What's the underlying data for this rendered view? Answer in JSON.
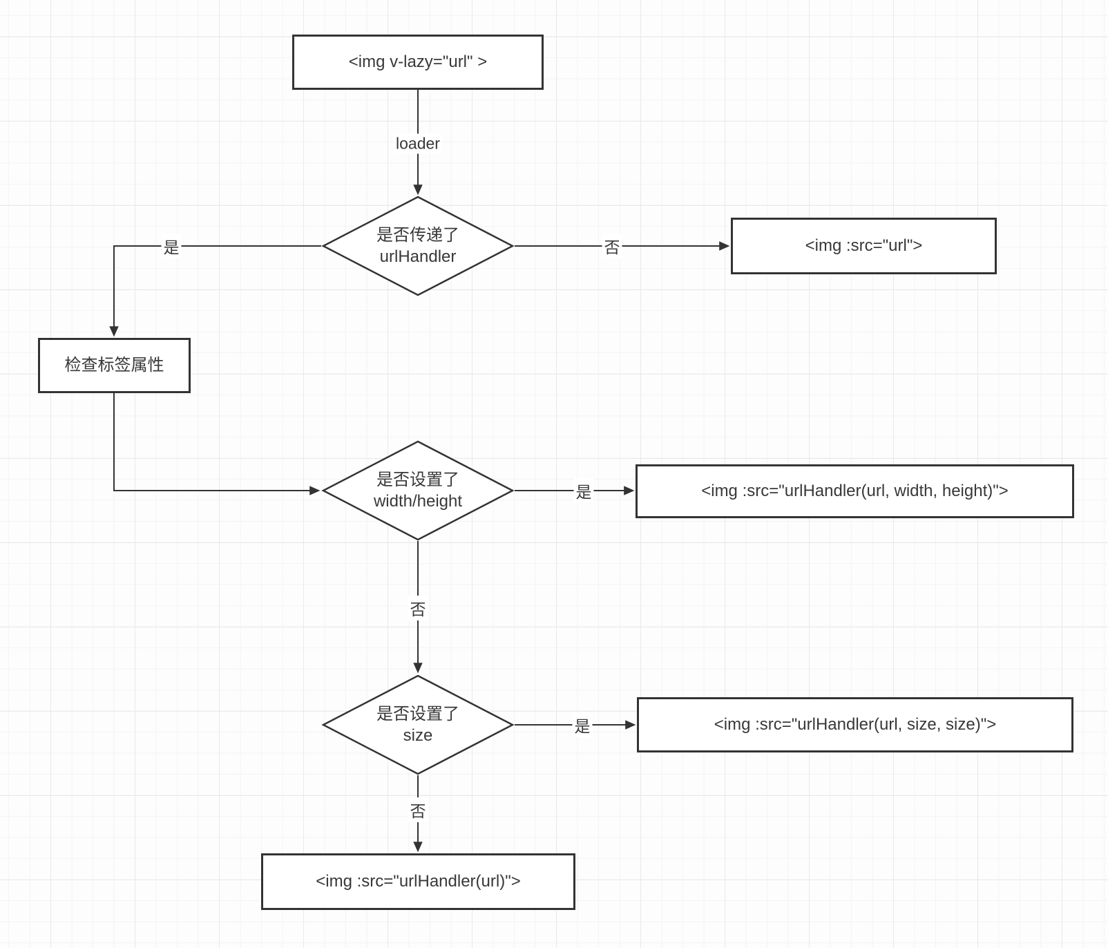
{
  "canvas": {
    "background": "#fdfdfd",
    "grid_minor_color": "#f4f4f4",
    "grid_major_color": "#e9e9e9",
    "stroke_color": "#333333",
    "text_color": "#383838",
    "node_fill": "#ffffff"
  },
  "nodes": {
    "start": {
      "type": "rect",
      "label": "<img v-lazy=\"url\" >"
    },
    "decision_urlhandler": {
      "type": "diamond",
      "label": "是否传递了\nurlHandler"
    },
    "img_src_url": {
      "type": "rect",
      "label": "<img :src=\"url\">"
    },
    "check_attrs": {
      "type": "rect",
      "label": "检查标签属性"
    },
    "decision_widthheight": {
      "type": "diamond",
      "label": "是否设置了\nwidth/height"
    },
    "img_src_wh": {
      "type": "rect",
      "label": "<img :src=\"urlHandler(url, width, height)\">"
    },
    "decision_size": {
      "type": "diamond",
      "label": "是否设置了\nsize"
    },
    "img_src_size": {
      "type": "rect",
      "label": "<img :src=\"urlHandler(url, size, size)\">"
    },
    "img_src_default": {
      "type": "rect",
      "label": "<img :src=\"urlHandler(url)\">"
    }
  },
  "edges": [
    {
      "from": "start",
      "to": "decision_urlhandler",
      "label": "loader"
    },
    {
      "from": "decision_urlhandler",
      "to": "img_src_url",
      "label": "否"
    },
    {
      "from": "decision_urlhandler",
      "to": "check_attrs",
      "label": "是"
    },
    {
      "from": "check_attrs",
      "to": "decision_widthheight",
      "label": ""
    },
    {
      "from": "decision_widthheight",
      "to": "img_src_wh",
      "label": "是"
    },
    {
      "from": "decision_widthheight",
      "to": "decision_size",
      "label": "否"
    },
    {
      "from": "decision_size",
      "to": "img_src_size",
      "label": "是"
    },
    {
      "from": "decision_size",
      "to": "img_src_default",
      "label": "否"
    }
  ]
}
